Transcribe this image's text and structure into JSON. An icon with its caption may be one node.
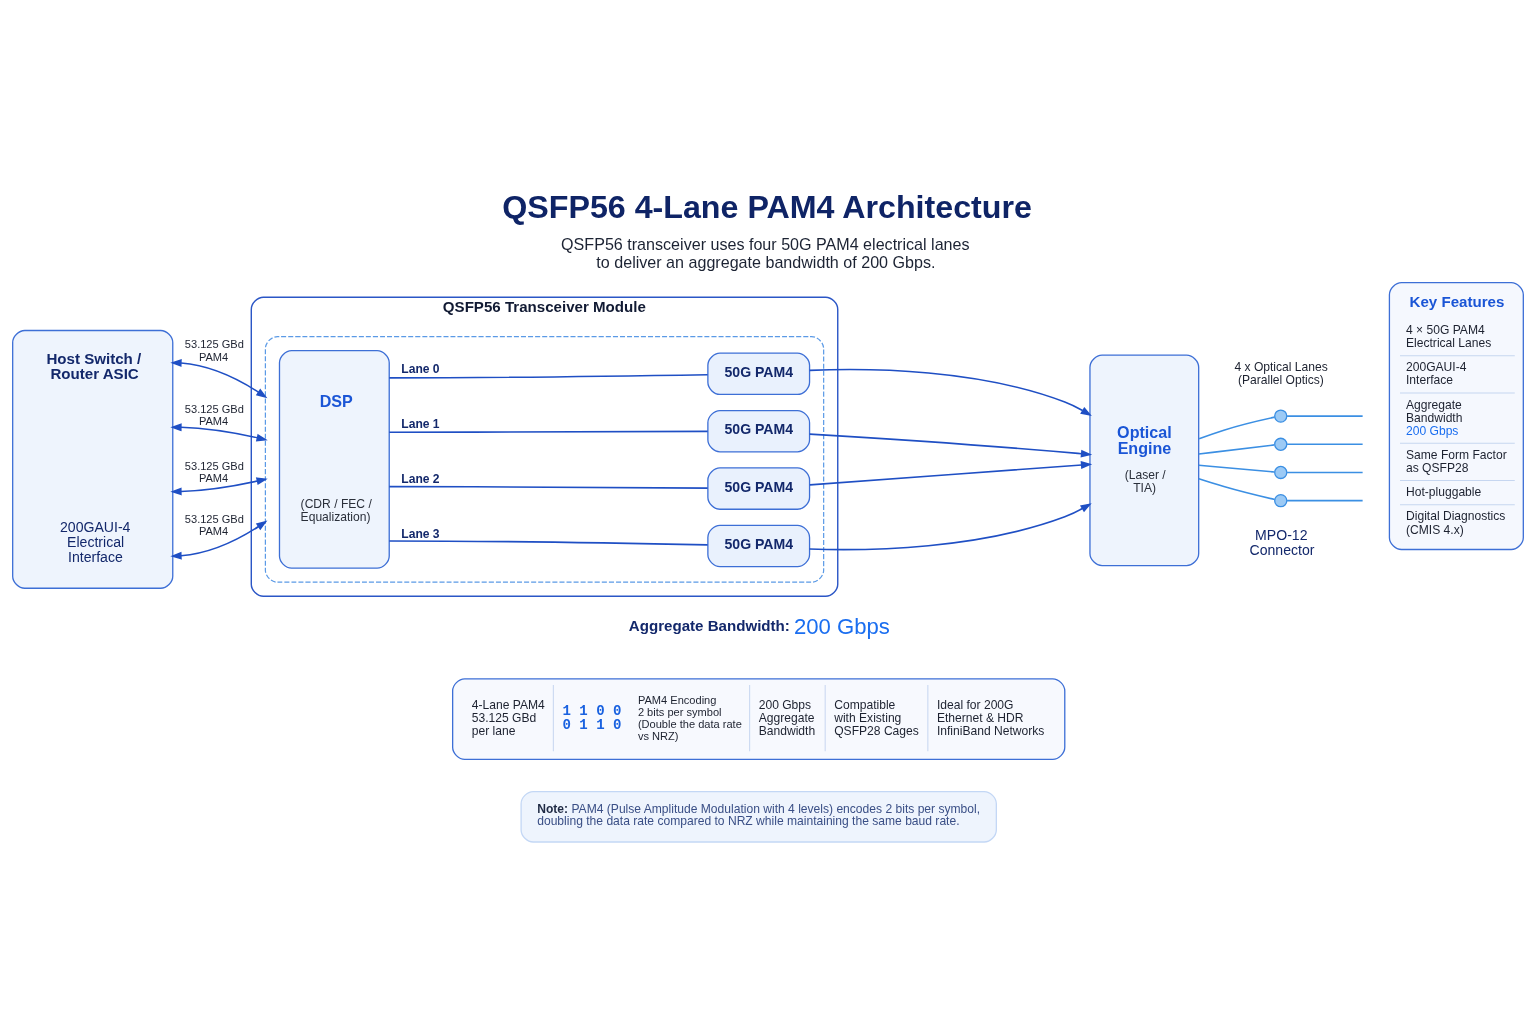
{
  "diagram": {
    "title": "QSFP56 4-Lane PAM4 Architecture",
    "caption": "QSFP56 transceiver uses four 50G PAM4 electrical lanes to deliver an aggregate bandwidth of 200 Gbps.",
    "nodes": [
      {
        "text": [
          "Host Switch / Router ASIC",
          "200GAUI-4 Electrical Interface"
        ]
      },
      {
        "text": [
          "QSFP56 Transceiver Module"
        ]
      },
      {
        "text": [],
        "shape": "box",
        "in": 1
      },
      {
        "text": [
          "DSP",
          "(CDR / FEC / Equalization)"
        ],
        "in": 2
      },
      {
        "text": [
          "50G PAM4"
        ],
        "in": 2
      },
      {
        "text": [
          "50G PAM4"
        ],
        "in": 2
      },
      {
        "text": [
          "50G PAM4"
        ],
        "in": 2
      },
      {
        "text": [
          "50G PAM4"
        ],
        "in": 2
      },
      {
        "text": [
          "Optical Engine",
          "(Laser / TIA)"
        ]
      },
      {
        "text": [],
        "shape": "circle"
      },
      {
        "text": [],
        "shape": "circle"
      },
      {
        "text": [],
        "shape": "circle"
      },
      {
        "text": [],
        "shape": "circle"
      },
      {
        "text": [
          "Key Features",
          "4 × 50G PAM4 Electrical Lanes",
          "200GAUI-4 Interface",
          "Aggregate Bandwidth",
          "200 Gbps",
          "Same Form Factor as QSFP28",
          "Hot-pluggable",
          "Digital Diagnostics (CMIS 4.x)"
        ]
      },
      {
        "text": [
          "4-Lane PAM4 53.125 GBd per lane",
          "1 1 0 0",
          "0 1 1 0",
          "PAM4 Encoding",
          "2 bits per symbol",
          "(Double the data rate vs NRZ)",
          "200 Gbps Aggregate Bandwidth",
          "Compatible with Existing QSFP28 Cages",
          "Ideal for 200G Ethernet & HDR InfiniBand Networks"
        ]
      },
      {
        "text": [
          "Note:",
          "PAM4 (Pulse Amplitude Modulation with 4 levels) encodes 2 bits per symbol, doubling the data rate compared to NRZ while maintaining the same baud rate."
        ]
      }
    ],
    "edges": [
      {
        "from": 0,
        "to": 2,
        "arrow": "both",
        "label": "53.125 GBd PAM4"
      },
      {
        "from": 0,
        "to": 2,
        "arrow": "both",
        "label": "53.125 GBd PAM4"
      },
      {
        "from": 0,
        "to": 2,
        "arrow": "both",
        "label": "53.125 GBd PAM4"
      },
      {
        "from": 0,
        "to": 2,
        "arrow": "both",
        "label": "53.125 GBd PAM4"
      },
      {
        "from": 3,
        "to": 4,
        "arrow": "none",
        "label": "Lane 0"
      },
      {
        "from": 3,
        "to": 5,
        "arrow": "none",
        "label": "Lane 1"
      },
      {
        "from": 3,
        "to": 6,
        "arrow": "none",
        "label": "Lane 2"
      },
      {
        "from": 3,
        "to": 7,
        "arrow": "none",
        "label": "Lane 3"
      },
      {
        "from": 4,
        "to": 8,
        "arrow": "to"
      },
      {
        "from": 5,
        "to": 8,
        "arrow": "to"
      },
      {
        "from": 6,
        "to": 8,
        "arrow": "to"
      },
      {
        "from": 7,
        "to": 8,
        "arrow": "to"
      },
      {
        "from": 8,
        "to": 9,
        "arrow": "none",
        "color": "#3b8fe3"
      },
      {
        "from": 8,
        "to": 10,
        "arrow": "none",
        "color": "#3b8fe3"
      },
      {
        "from": 8,
        "to": 11,
        "arrow": "none",
        "color": "#3b8fe3"
      },
      {
        "from": 8,
        "to": 12,
        "arrow": "none",
        "color": "#3b8fe3"
      },
      {
        "from": 9,
        "to": null,
        "arrow": "none",
        "color": "#3b8fe3"
      },
      {
        "from": 10,
        "to": null,
        "arrow": "none",
        "color": "#3b8fe3"
      },
      {
        "from": 11,
        "to": null,
        "arrow": "none",
        "color": "#3b8fe3"
      },
      {
        "from": 12,
        "to": null,
        "arrow": "none",
        "color": "#3b8fe3"
      }
    ],
    "labels": [
      "4 x Optical Lanes (Parallel Optics)",
      "MPO-12 Connector",
      "Aggregate Bandwidth:",
      "200 Gbps"
    ]
  }
}
